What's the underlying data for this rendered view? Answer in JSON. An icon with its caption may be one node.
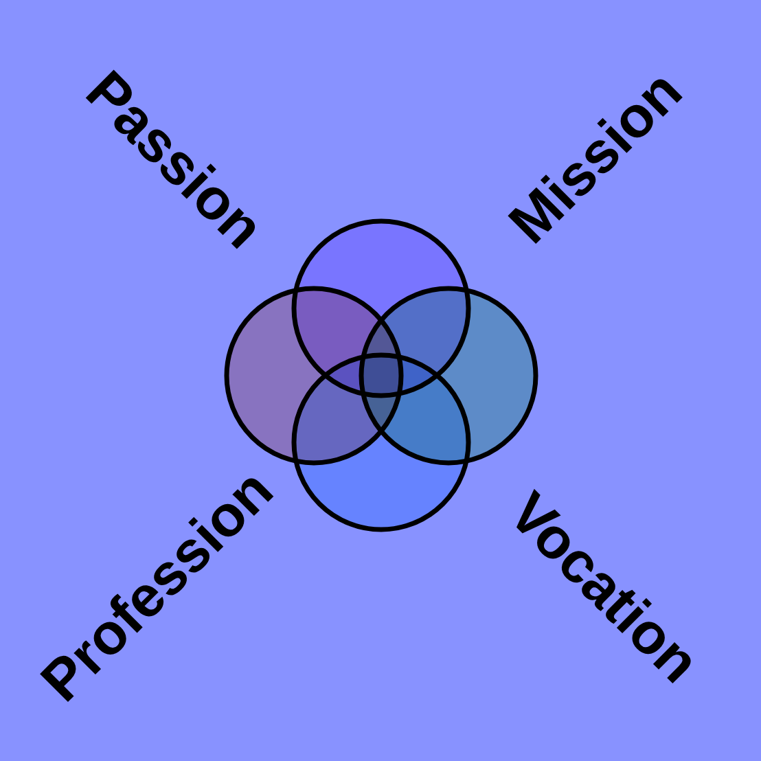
{
  "diagram": {
    "nodes": [
      {
        "text": [],
        "shape": "circle"
      },
      {
        "text": [],
        "shape": "circle"
      },
      {
        "text": [],
        "shape": "circle"
      },
      {
        "text": [],
        "shape": "circle"
      }
    ],
    "labels": [
      "Passion",
      "Mission",
      "Profession",
      "Vocation"
    ]
  }
}
